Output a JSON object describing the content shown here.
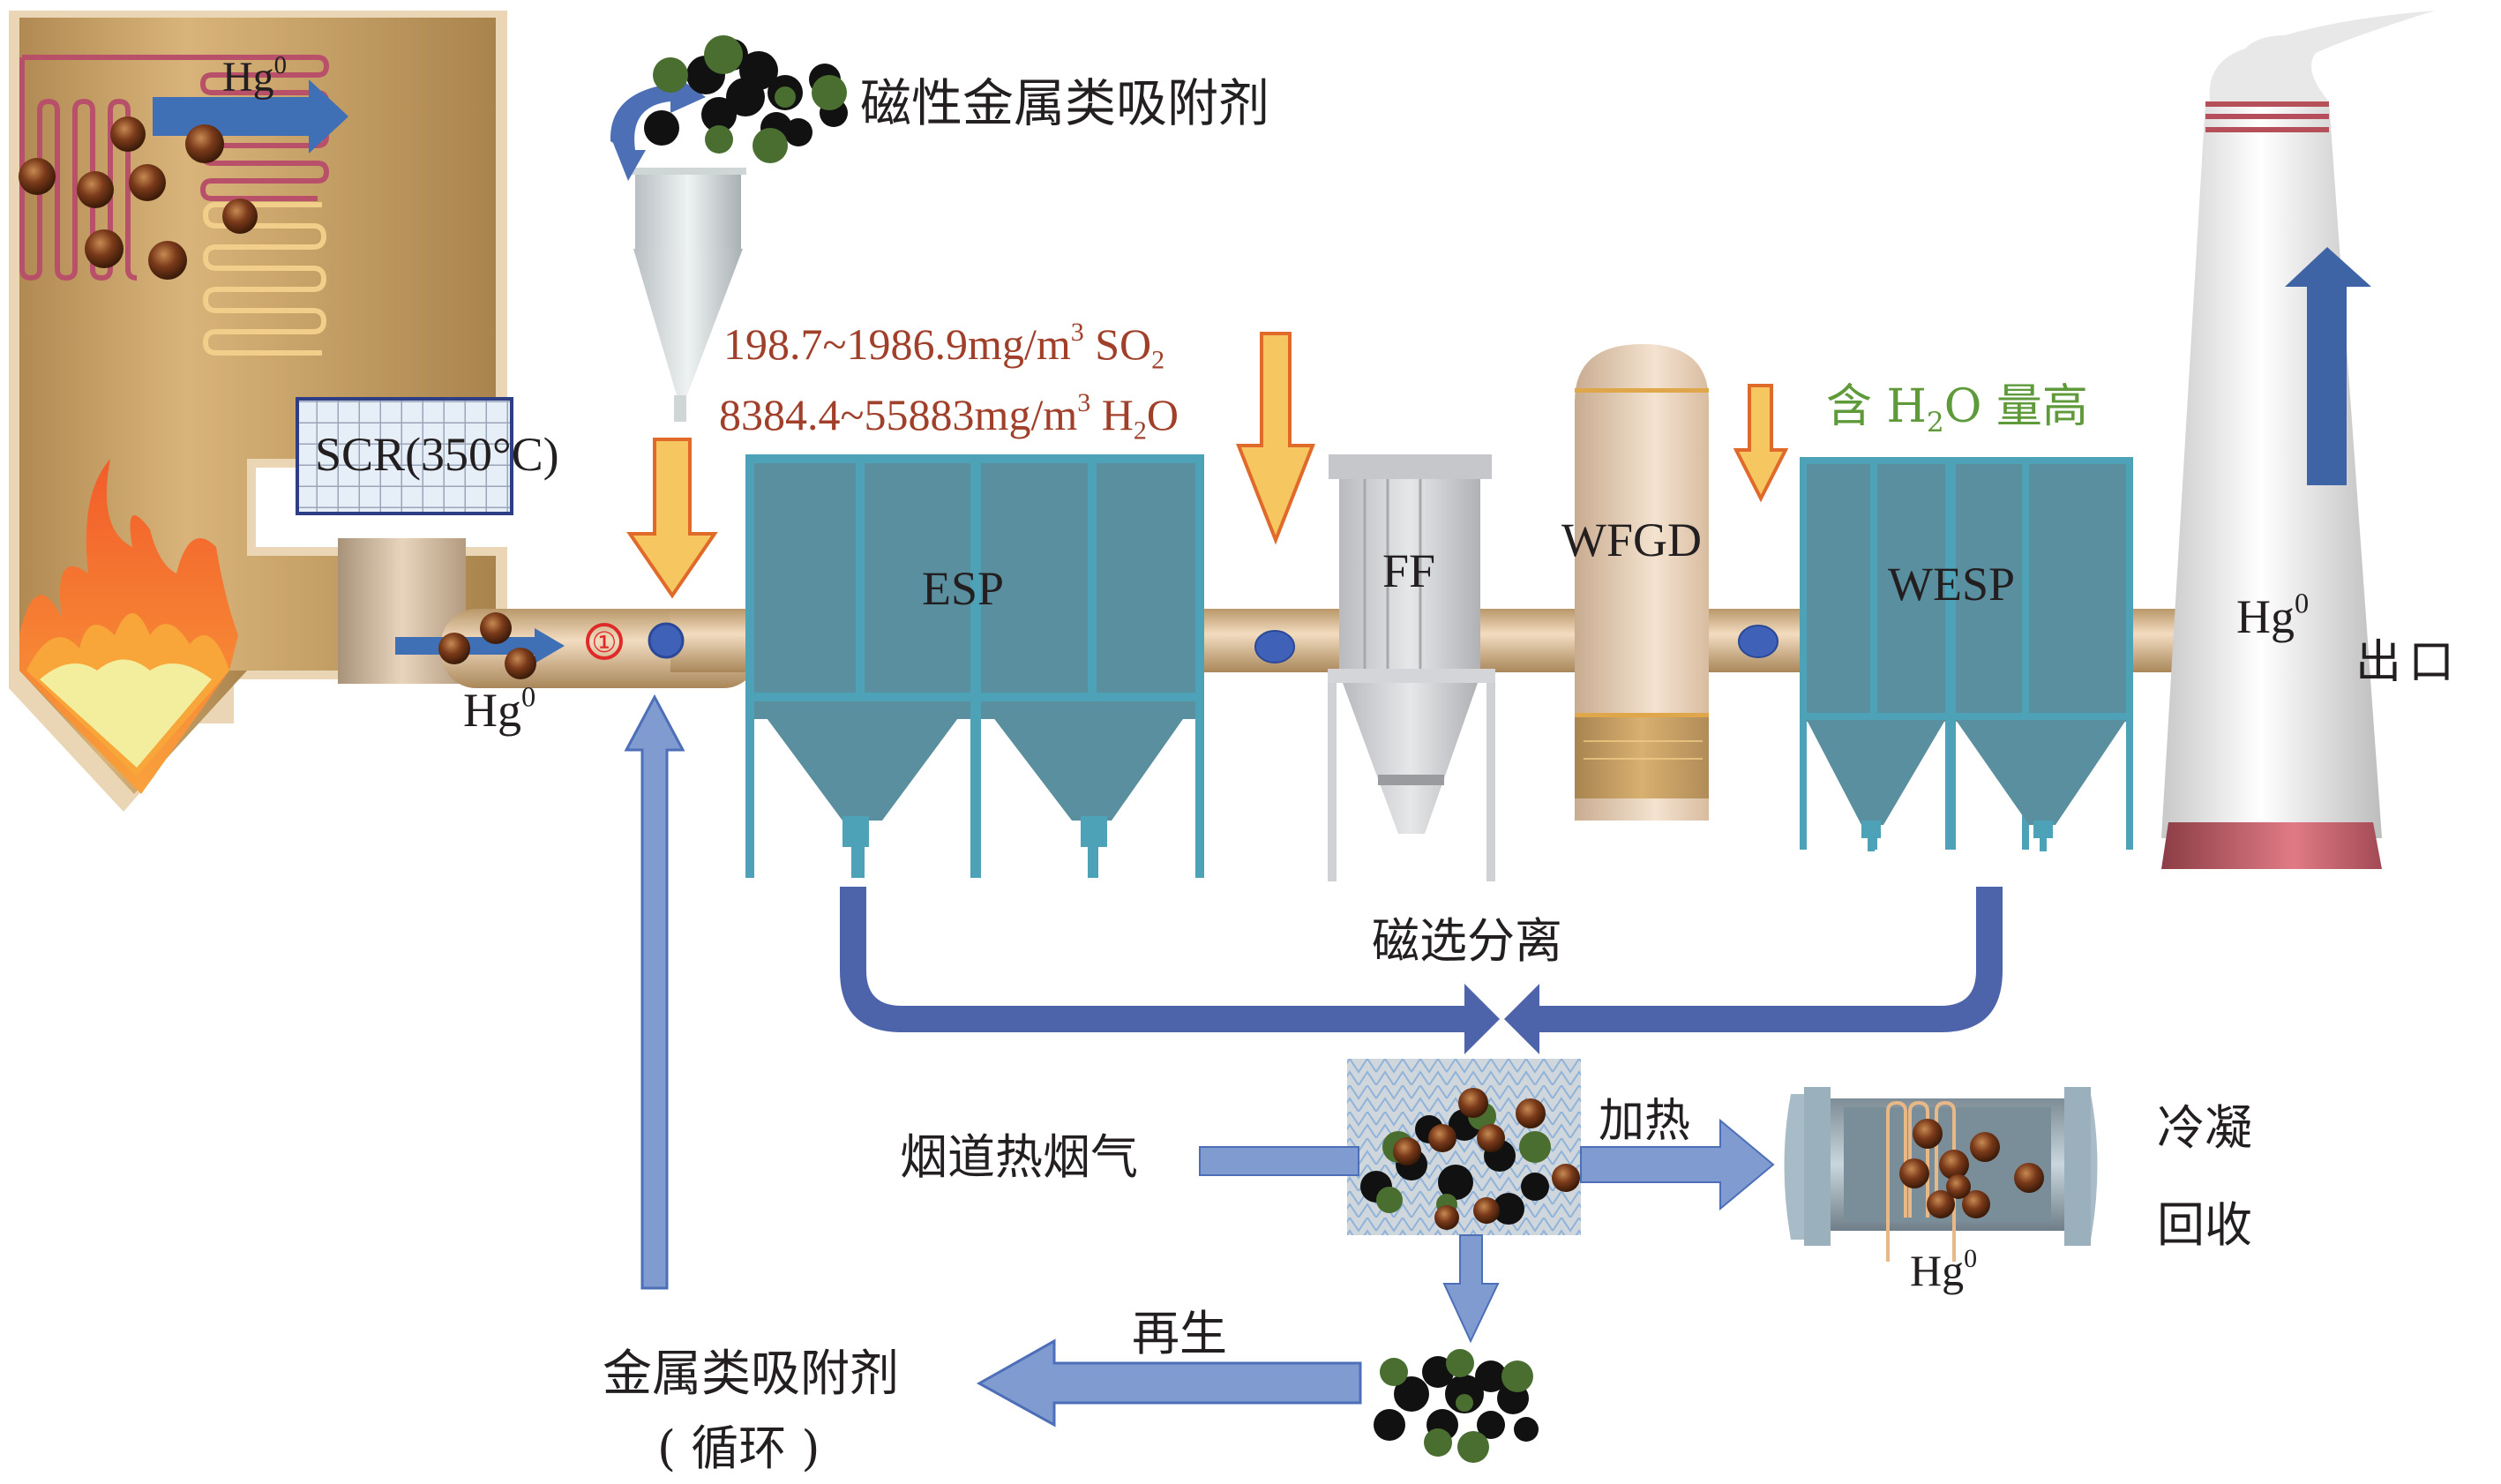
{
  "title": "磁性金属类吸附剂烟道喷射脱汞及循环再生工艺示意图",
  "colors": {
    "boiler": "#c9a266",
    "pipe": "#d7b98d",
    "esp": "#5a8f9f",
    "esp_frame": "#4ea2b8",
    "flow_arrow": "#3f68b0",
    "recycle_arrow": "#7f9bd0",
    "injection_arrow": "#f6c660",
    "injection_outline": "#e06a2a",
    "red_text": "#a0402b",
    "green_text": "#5e9a3a",
    "stack_red": "#b5505a"
  },
  "labels": {
    "boiler_hg": {
      "main": "Hg",
      "sup": "0"
    },
    "scr": "SCR(350°C)",
    "inlet_hg": {
      "main": "Hg",
      "sup": "0"
    },
    "injection_point_marker": "①",
    "sorbent_feed": "磁性金属类吸附剂",
    "so2_line": {
      "text": "198.7~1986.9mg/m",
      "sup": "3",
      "species": "SO",
      "sub": "2"
    },
    "h2o_line": {
      "text": "8384.4~55883mg/m",
      "sup": "3",
      "species_a": "H",
      "sub": "2",
      "species_b": "O"
    },
    "esp": "ESP",
    "ff": "FF",
    "wfgd": "WFGD",
    "wesp": "WESP",
    "wesp_note": {
      "pre": "含 H",
      "sub": "2",
      "post": "O 量高"
    },
    "stack_hg": {
      "main": "Hg",
      "sup": "0"
    },
    "stack_outlet": "出口",
    "magnetic_separation": "磁选分离",
    "hot_flue_gas": "烟道热烟气",
    "heating": "加热",
    "condense_line1": "冷凝",
    "condense_line2": "回收",
    "condenser_hg": {
      "main": "Hg",
      "sup": "0"
    },
    "regeneration": "再生",
    "recycled_sorbent_line1": "金属类吸附剂",
    "recycled_sorbent_line2": "( 循环 )"
  },
  "components": [
    {
      "id": "boiler",
      "name": "锅炉"
    },
    {
      "id": "scr",
      "name": "SCR"
    },
    {
      "id": "sorbent-hopper",
      "name": "吸附剂料仓"
    },
    {
      "id": "esp",
      "name": "ESP"
    },
    {
      "id": "ff",
      "name": "FF"
    },
    {
      "id": "wfgd",
      "name": "WFGD"
    },
    {
      "id": "wesp",
      "name": "WESP"
    },
    {
      "id": "stack",
      "name": "烟囱"
    },
    {
      "id": "magnetic-separator",
      "name": "磁选分离器"
    },
    {
      "id": "condenser",
      "name": "冷凝回收装置"
    }
  ]
}
